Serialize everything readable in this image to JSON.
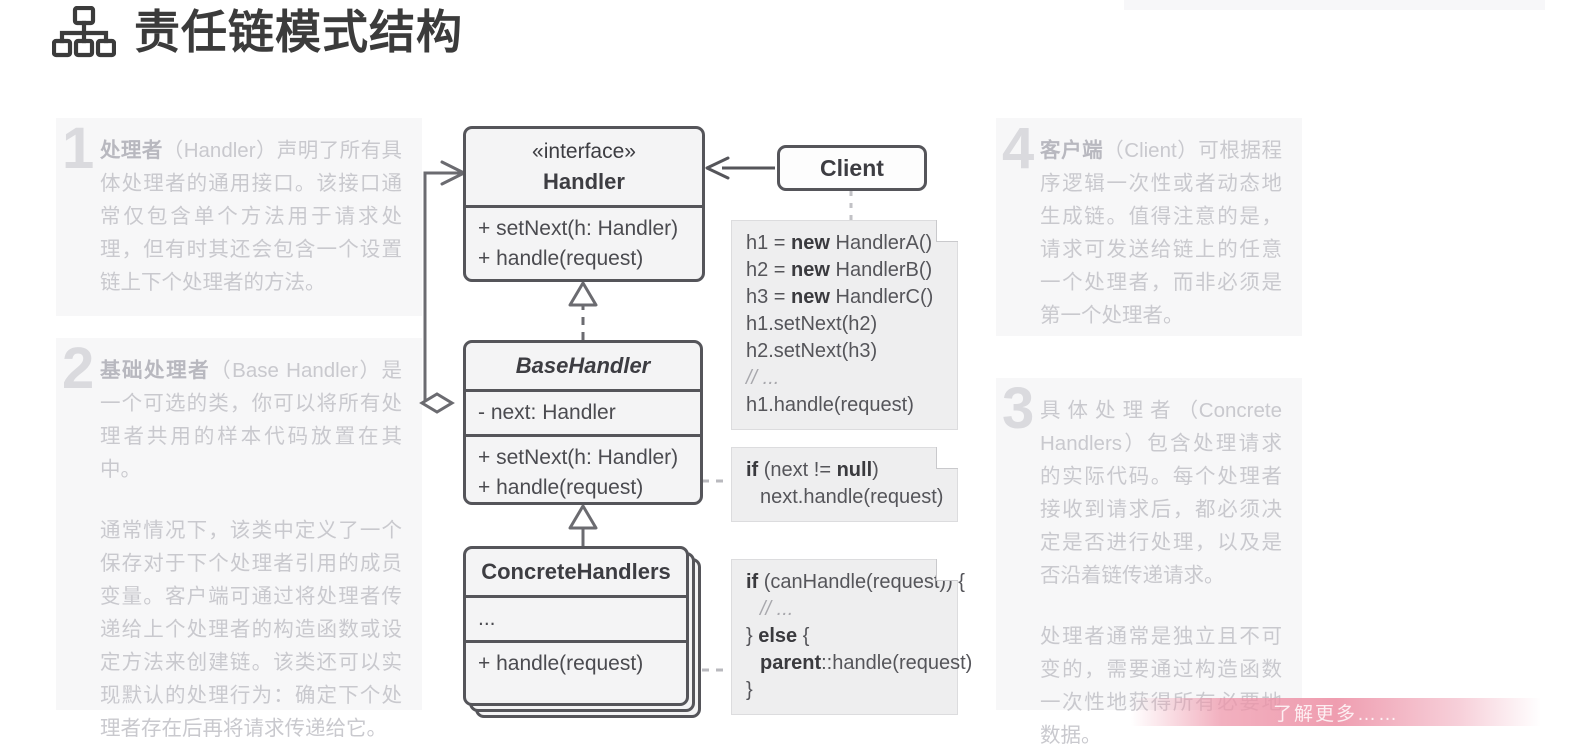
{
  "header": {
    "title": "责任链模式结构",
    "icon": "hierarchy-icon"
  },
  "notes": {
    "item1": {
      "number": "1",
      "term": "处理者",
      "paragraphs": [
        "处理者（Handler）声明了所有具体处理者的通用接口。该接口通常仅包含单个方法用于请求处理，但有时其还会包含一个设置链上下个处理者的方法。"
      ]
    },
    "item2": {
      "number": "2",
      "term": "基础处理者",
      "paragraphs": [
        "基础处理者（Base Handler）是一个可选的类，你可以将所有处理者共用的样本代码放置在其中。",
        "通常情况下，该类中定义了一个保存对于下个处理者引用的成员变量。客户端可通过将处理者传递给上个处理者的构造函数或设定方法来创建链。该类还可以实现默认的处理行为：确定下个处理者存在后再将请求传递给它。"
      ]
    },
    "item3": {
      "number": "3",
      "term": "具体处理者",
      "paragraphs": [
        "具 体 处 理 者 （Concrete Handlers）包含处理请求的实际代码。每个处理者接收到请求后，都必须决定是否进行处理，以及是否沿着链传递请求。",
        "处理者通常是独立且不可变的，需要通过构造函数一次性地获得所有必要地数据。"
      ]
    },
    "item4": {
      "number": "4",
      "term": "客户端",
      "paragraphs": [
        "客户端（Client）可根据程序逻辑一次性或者动态地生成链。值得注意的是，请求可发送给链上的任意一个处理者，而非必须是第一个处理者。"
      ]
    }
  },
  "uml": {
    "handler": {
      "stereotype": "«interface»",
      "name": "Handler",
      "methods": [
        "+ setNext(h: Handler)",
        "+ handle(request)"
      ]
    },
    "base_handler": {
      "name": "BaseHandler",
      "abstract": true,
      "fields": [
        "- next: Handler"
      ],
      "methods": [
        "+ setNext(h: Handler)",
        "+ handle(request)"
      ]
    },
    "concrete_handlers": {
      "name": "ConcreteHandlers",
      "fields": [
        "..."
      ],
      "methods": [
        "+ handle(request)"
      ]
    },
    "client": {
      "name": "Client"
    }
  },
  "code_notes": {
    "client_note": {
      "lines": [
        {
          "plain": "h1 = ",
          "bold": "new",
          "tail": " HandlerA()"
        },
        {
          "plain": "h2 = ",
          "bold": "new",
          "tail": " HandlerB()"
        },
        {
          "plain": "h3 = ",
          "bold": "new",
          "tail": " HandlerC()"
        },
        {
          "plain": "h1.setNext(h2)",
          "bold": "",
          "tail": ""
        },
        {
          "plain": "h2.setNext(h3)",
          "bold": "",
          "tail": ""
        },
        {
          "plain": "",
          "bold": "",
          "tail": "",
          "comment": "// ..."
        },
        {
          "plain": "h1.handle(request)",
          "bold": "",
          "tail": ""
        }
      ],
      "text": "h1 = new HandlerA()\nh2 = new HandlerB()\nh3 = new HandlerC()\nh1.setNext(h2)\nh2.setNext(h3)\n// ...\nh1.handle(request)"
    },
    "next_note": {
      "line1_bold": "if",
      "line1_rest": " (next != ",
      "line1_bold2": "null",
      "line1_tail": ")",
      "line2": "next.handle(request)"
    },
    "canhandle_note": {
      "line1_bold": "if",
      "line1_rest": " (canHandle(request)) {",
      "line2_comment": "// ...",
      "line3_a": "} ",
      "line3_bold": "else",
      "line3_b": " {",
      "line4_bold": "parent",
      "line4_rest": "::handle(request)",
      "line5": "}"
    }
  },
  "banner": {
    "text": "了解更多……"
  },
  "colors": {
    "title": "#3b3b3b",
    "note_number": "#dadade",
    "note_text": "#c9c9ce",
    "uml_border": "#55555a",
    "uml_fill": "#f4f4f5",
    "code_note_fill": "#eeeeef",
    "banner_pink": "#ec8ca2"
  }
}
